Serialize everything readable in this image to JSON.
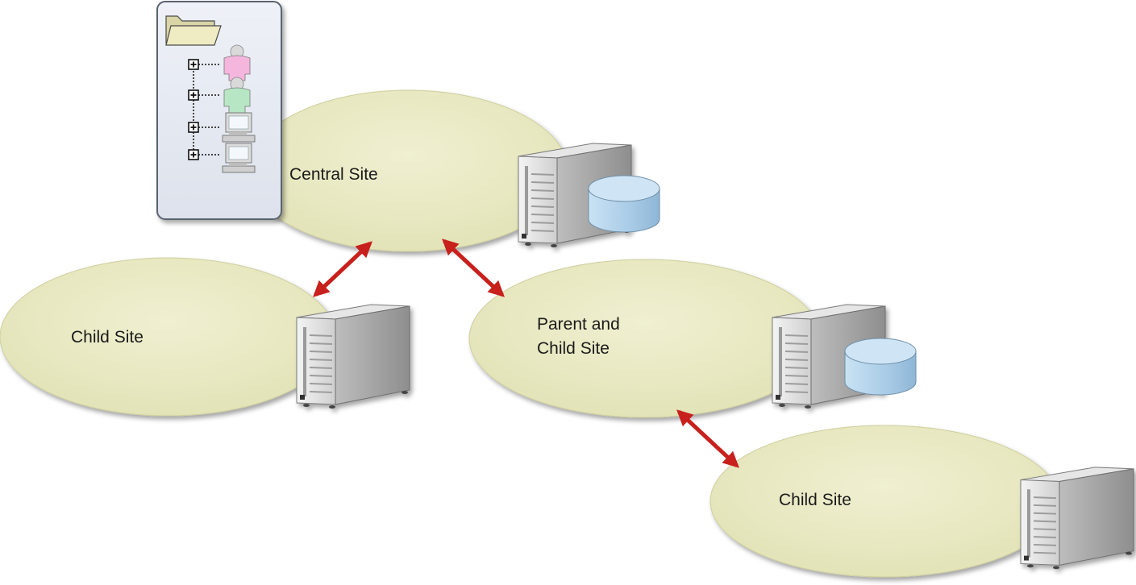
{
  "sites": {
    "central": {
      "label": "Central Site"
    },
    "child_left": {
      "label": "Child Site"
    },
    "parent_child": {
      "label_line1": "Parent and",
      "label_line2": "Child Site"
    },
    "child_bottom": {
      "label": "Child Site"
    }
  },
  "colors": {
    "site_fill": "#e8e8c0",
    "arrow": "#c8201c",
    "panel_bg": "#e6eaf2",
    "panel_border": "#5a6470",
    "database": "#aed0ea",
    "user_pink": "#f4b6dc",
    "user_green": "#b7e6c4"
  },
  "icons": {
    "server": "server-icon",
    "database": "database-icon",
    "folder": "folder-icon",
    "user": "user-icon",
    "computer": "computer-icon",
    "expand": "plus-box-icon"
  }
}
